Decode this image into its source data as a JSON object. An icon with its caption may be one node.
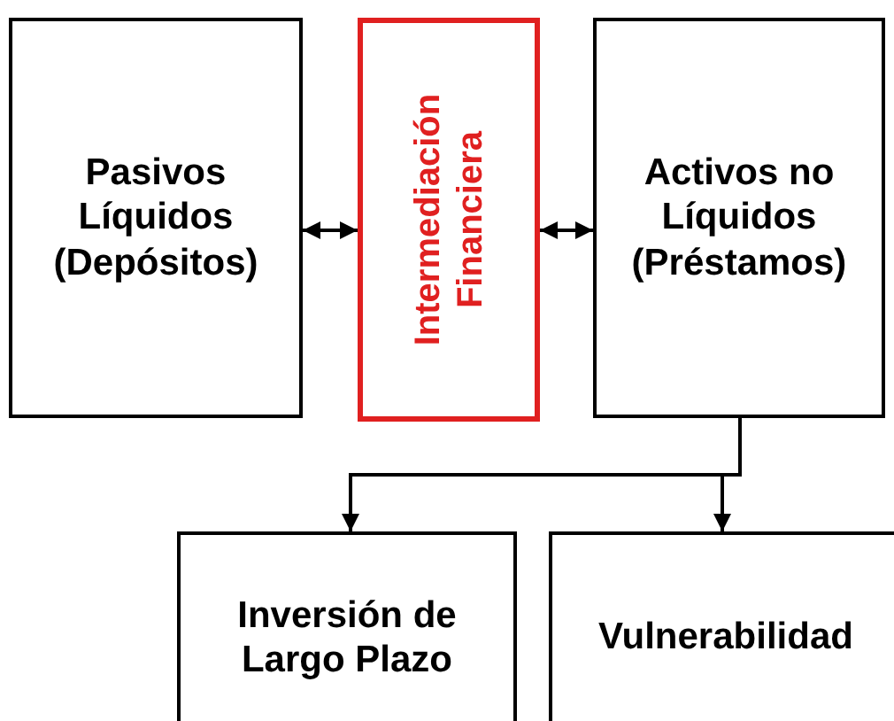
{
  "diagram": {
    "nodes": [
      {
        "text": [
          "Pasivos Líquidos (Depósitos)"
        ]
      },
      {
        "text": [
          "Intermediación Financiera"
        ]
      },
      {
        "text": [
          "Activos no Líquidos (Préstamos)"
        ]
      },
      {
        "text": [
          "Inversión de Largo Plazo"
        ]
      },
      {
        "text": [
          "Vulnerabilidad"
        ]
      }
    ],
    "edges": [
      {
        "from": 0,
        "to": 1,
        "arrow": "both"
      },
      {
        "from": 1,
        "to": 2,
        "arrow": "both"
      },
      {
        "from": 2,
        "to": 3,
        "arrow": "to"
      },
      {
        "from": 2,
        "to": 4,
        "arrow": "to"
      }
    ]
  }
}
